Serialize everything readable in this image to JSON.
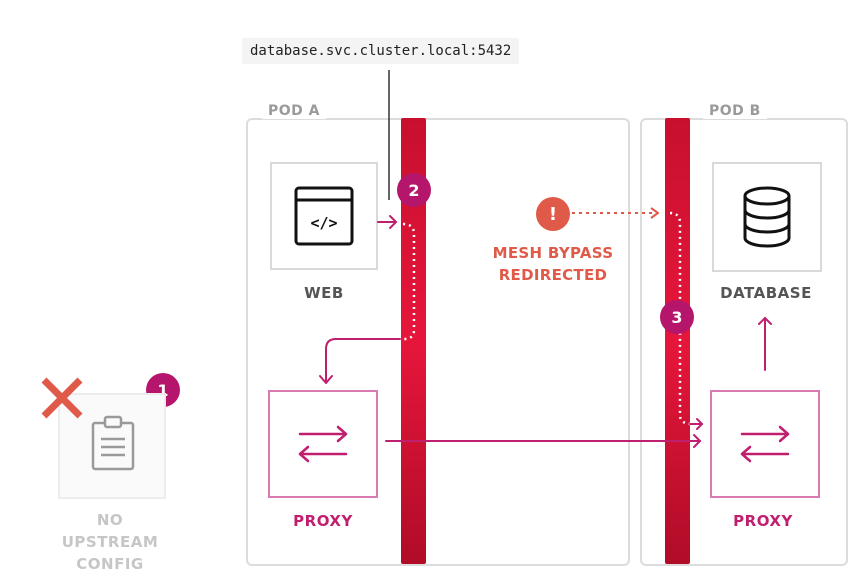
{
  "dns_label": "database.svc.cluster.local:5432",
  "pod_a": {
    "title": "POD A",
    "web_label": "WEB",
    "web_icon": "code-window-icon",
    "proxy_label": "PROXY",
    "step_badge": "2"
  },
  "pod_b": {
    "title": "POD B",
    "database_label": "DATABASE",
    "database_icon": "database-icon",
    "proxy_label": "PROXY",
    "step_badge": "3"
  },
  "warning": {
    "symbol": "!",
    "line1": "MESH BYPASS",
    "line2": "REDIRECTED"
  },
  "no_config": {
    "step_badge": "1",
    "line1": "NO",
    "line2": "UPSTREAM",
    "line3": "CONFIG",
    "icon": "clipboard-icon",
    "status_icon": "cross-icon"
  },
  "colors": {
    "accent_red": "#e6163b",
    "proxy_magenta": "#c01e6e",
    "warning_orange": "#e05a4a",
    "badge": "#b5156a"
  }
}
